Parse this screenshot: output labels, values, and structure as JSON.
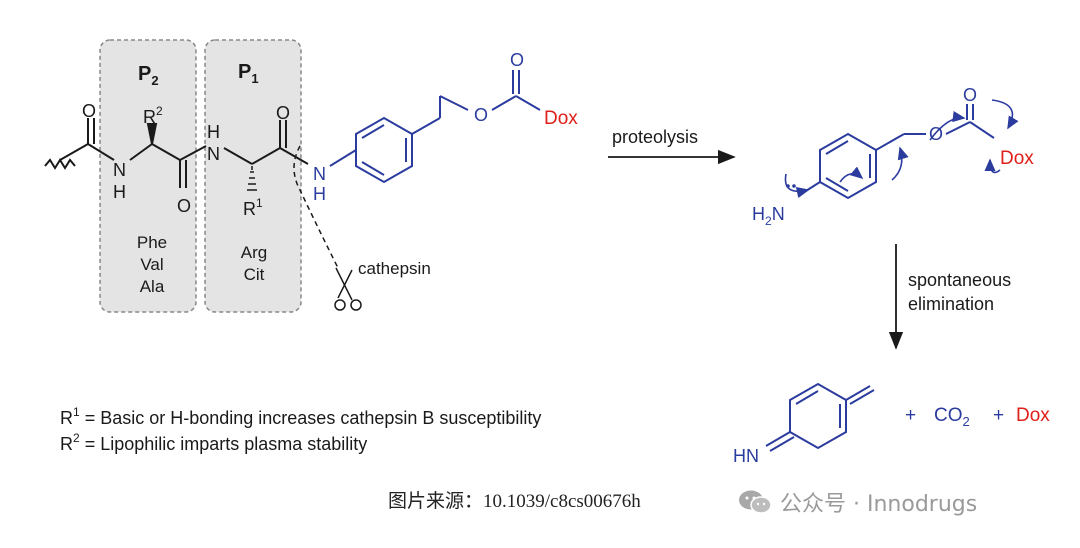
{
  "boxes": {
    "p2": {
      "title_main": "P",
      "title_sub": "2",
      "residues": [
        "Phe",
        "Val",
        "Ala"
      ]
    },
    "p1": {
      "title_main": "P",
      "title_sub": "1",
      "residues": [
        "Arg",
        "Cit"
      ]
    }
  },
  "atoms": {
    "o1": "O",
    "o2": "O",
    "o3": "O",
    "nh_label": "N",
    "h_label": "H",
    "hn_h": "H",
    "hn_n": "N",
    "aryl_nh_n": "N",
    "aryl_nh_h": "H",
    "r2_main": "R",
    "r2_sup": "2",
    "r1_main": "R",
    "r1_sup": "1",
    "carbonate_o": "O",
    "carbonate_o_top": "O",
    "dox": "Dox"
  },
  "labels": {
    "cathepsin": "cathepsin",
    "proteolysis": "proteolysis",
    "spontaneous": "spontaneous",
    "elimination": "elimination"
  },
  "intermediate": {
    "amine_main": "H",
    "amine_sub": "2",
    "amine_n": "N",
    "o_ether": "O",
    "o_carbonyl": "O",
    "dox": "Dox"
  },
  "products": {
    "imine": "HN",
    "plus1": "+",
    "co2_main": "CO",
    "co2_sub": "2",
    "plus2": "+",
    "dox": "Dox"
  },
  "notes": {
    "r1_main": "R",
    "r1_sup": "1",
    "r1_text": " = Basic or H-bonding increases cathepsin B susceptibility",
    "r2_main": "R",
    "r2_sup": "2",
    "r2_text": " = Lipophilic imparts plasma stability"
  },
  "caption": "图片来源：10.1039/c8cs00676h",
  "watermark": "公众号 · Innodrugs",
  "colors": {
    "black": "#1a1a1a",
    "blue": "#2b3c9e",
    "red": "#e0201b",
    "box_fill": "#e4e4e4",
    "box_stroke": "#888888",
    "caption": "#222222",
    "watermark": "#9a9a9a"
  }
}
